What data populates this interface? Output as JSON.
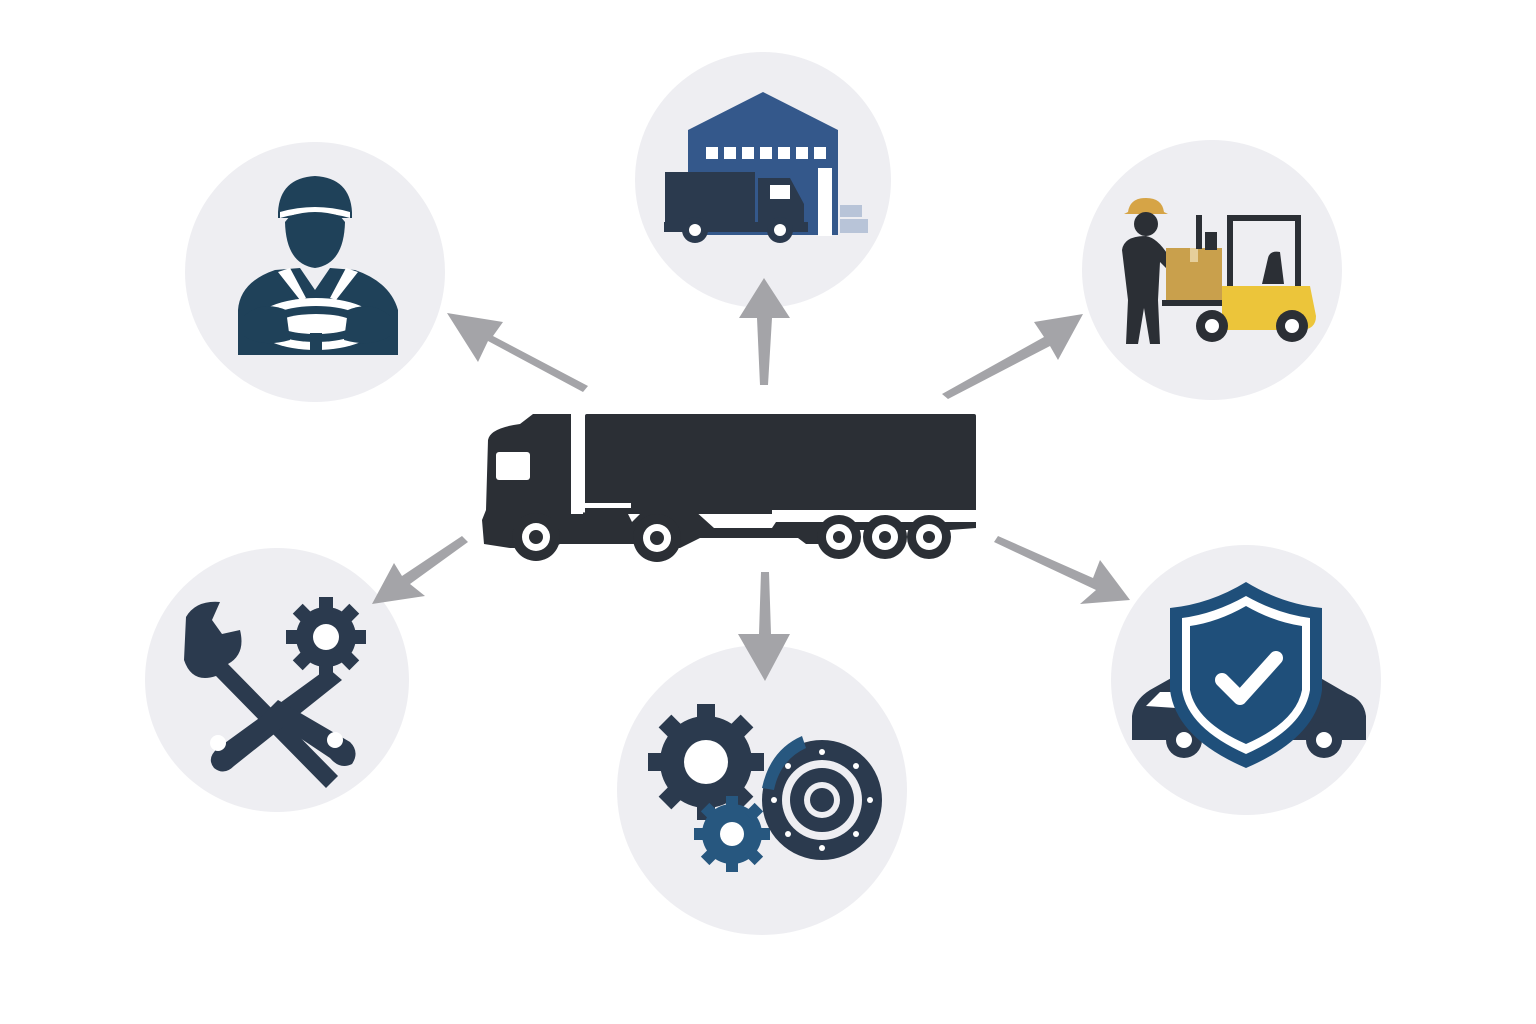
{
  "colors": {
    "circle_fill": "#eeeef2",
    "dark": "#2b2f35",
    "navy": "#1f4159",
    "blue": "#27577f",
    "warehouse_blue": "#34588b",
    "light_blue": "#b8c4d8",
    "gold": "#c9a04c",
    "helmet": "#d6a446",
    "yellow": "#ecc53a",
    "arrow_gray": "#a4a4a8",
    "white": "#ffffff"
  },
  "center": {
    "icon": "semi-truck-icon"
  },
  "nodes": [
    {
      "id": "driver",
      "icon": "truck-driver-icon"
    },
    {
      "id": "warehouse",
      "icon": "warehouse-icon"
    },
    {
      "id": "loading",
      "icon": "forklift-icon"
    },
    {
      "id": "maintenance",
      "icon": "wrench-gear-icon"
    },
    {
      "id": "parts",
      "icon": "gears-brake-disc-icon"
    },
    {
      "id": "insurance",
      "icon": "shield-check-car-icon"
    }
  ]
}
